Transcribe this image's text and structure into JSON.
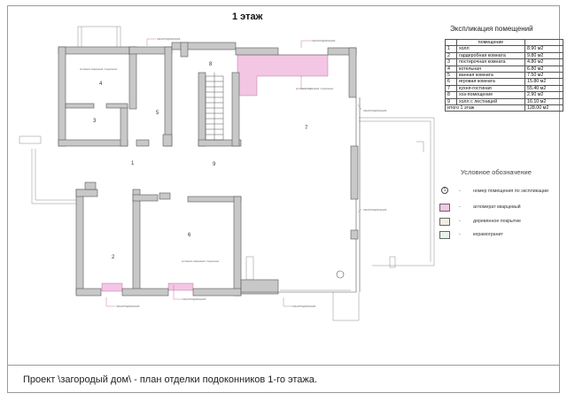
{
  "floor_title": "1 этаж",
  "explication": {
    "title": "Экспликация помещений",
    "header": "помещение",
    "rooms": [
      {
        "n": "1",
        "name": "холл",
        "area": "8.90 м2"
      },
      {
        "n": "2",
        "name": "гардеробная комната",
        "area": "9.80 м2"
      },
      {
        "n": "3",
        "name": "постирочная комната",
        "area": "4.80 м2"
      },
      {
        "n": "4",
        "name": "котельная",
        "area": "6.80 м2"
      },
      {
        "n": "5",
        "name": "ванная комната",
        "area": "7.50 м2"
      },
      {
        "n": "6",
        "name": "игровая комната",
        "area": "15.80 м2"
      },
      {
        "n": "7",
        "name": "кухня-гостиная",
        "area": "55.40 м2"
      },
      {
        "n": "8",
        "name": "хоз-помещение",
        "area": "2.90 м2"
      },
      {
        "n": "9",
        "name": "холл с лестницей",
        "area": "16.10 м2"
      }
    ],
    "total_label": "итого 1 этаж",
    "total_area": "128.00 м2"
  },
  "legend": {
    "title": "Условное обозначение",
    "items": [
      {
        "symbol": "1",
        "dash": "-",
        "text": "номер помещения по экспликации"
      },
      {
        "swatch": "#f3c6e4",
        "dash": "-",
        "text": "агломерат кварцевый"
      },
      {
        "swatch": "#f1eee4",
        "dash": "-",
        "text": "деревянное покрытие"
      },
      {
        "swatch": "#e8f3ec",
        "dash": "-",
        "text": "керамогранит"
      }
    ]
  },
  "room_labels": [
    "1",
    "2",
    "3",
    "4",
    "5",
    "6",
    "7",
    "8",
    "9"
  ],
  "caption": "Проект \\загородый дом\\ - план отделки подоконников  1-го этажа.",
  "colors": {
    "wall": "#c8c8c8",
    "wall_stroke": "#555555",
    "quartz": "#f3c6e4"
  }
}
